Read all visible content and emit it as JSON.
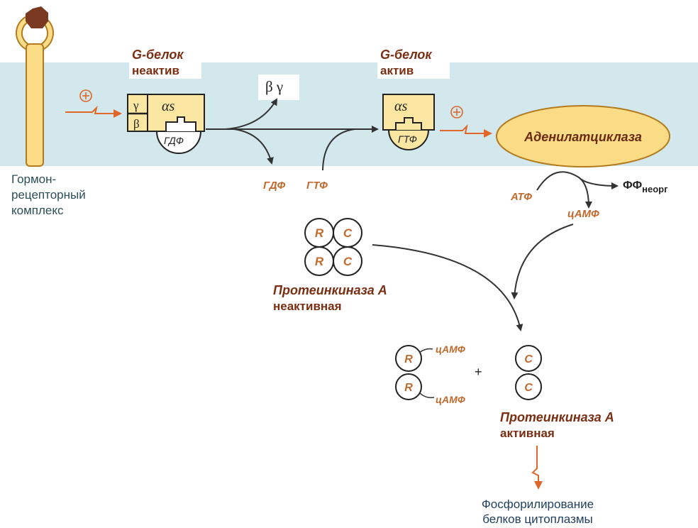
{
  "labels": {
    "g_inactive_title": "G-белок",
    "g_inactive_sub": "неактив",
    "g_active_title": "G-белок",
    "g_active_sub": "актив",
    "receptor_line1": "Гормон-",
    "receptor_line2": "рецепторный",
    "receptor_line3": "комплекс",
    "gamma": "γ",
    "beta": "β",
    "alpha_s": "αs",
    "beta_gamma": "β γ",
    "gdp": "ГДФ",
    "gtp": "ГТФ",
    "adenylate_cyclase": "Аденилатциклаза",
    "atp": "АТФ",
    "camp": "цАМФ",
    "ppi": "ФФ",
    "ppi_sub": "неорг",
    "plus_sign": "⊕",
    "plus": "+",
    "R": "R",
    "C": "C",
    "pka_inactive_title": "Протеинкиназа А",
    "pka_inactive_sub": "неактивная",
    "pka_active_title": "Протеинкиназа А",
    "pka_active_sub": "активная",
    "phos_line1": "Фосфорилирование",
    "phos_line2": "белков цитоплазмы"
  },
  "colors": {
    "membrane": "#d2e8ed",
    "receptor": "#fbdc86",
    "receptor_stroke": "#b47a1e",
    "hormone": "#7a3a22",
    "title_brown": "#7a2e12",
    "italic_orange": "#c06a2e",
    "signal_orange": "#e0662a",
    "box_stroke": "#222222",
    "protein_fill": "#fbe7a2",
    "arrow": "#333333",
    "text_teal": "#2c4e58",
    "text_navy": "#1f3e5e"
  }
}
